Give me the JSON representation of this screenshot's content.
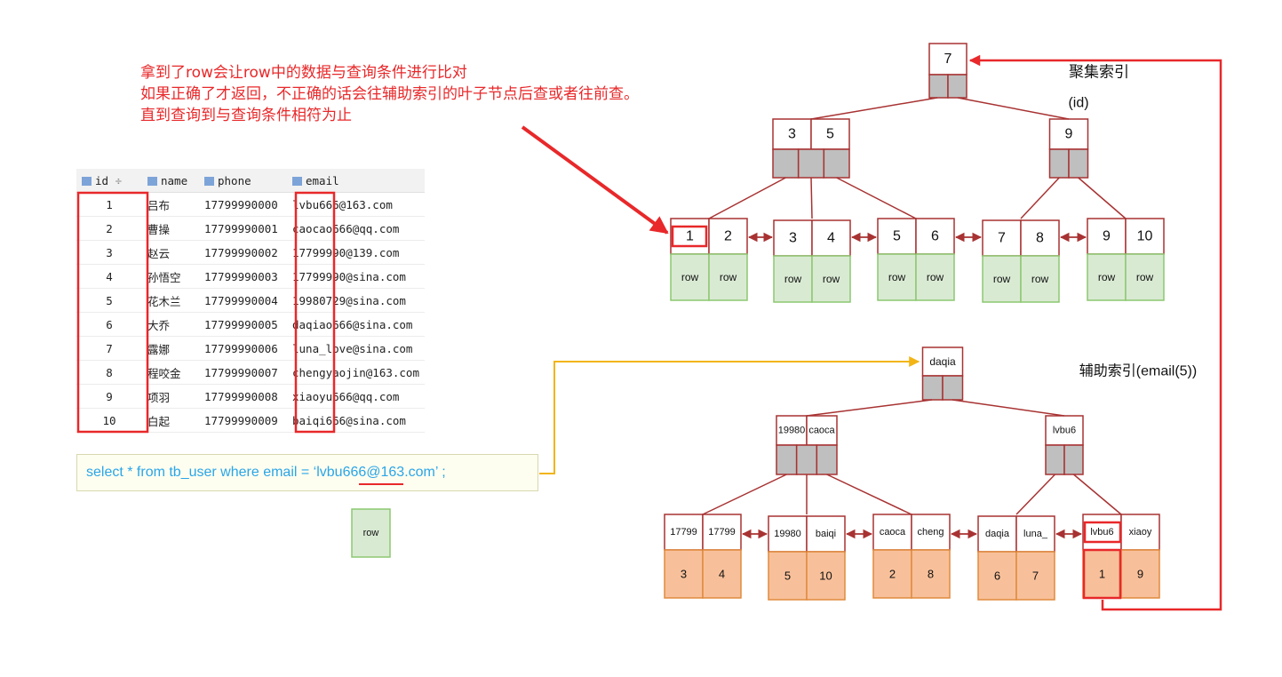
{
  "annotation": {
    "lines": [
      "拿到了row会让row中的数据与查询条件进行比对",
      "如果正确了才返回，不正确的话会往辅助索引的叶子节点后查或者往前查。",
      "直到查询到与查询条件相符为止"
    ]
  },
  "table": {
    "columns": [
      "id",
      "name",
      "phone",
      "email"
    ],
    "sort_mark": "÷",
    "rows": [
      [
        "1",
        "吕布",
        "17799990000",
        "lvbu666@163.com"
      ],
      [
        "2",
        "曹操",
        "17799990001",
        "caocao666@qq.com"
      ],
      [
        "3",
        "赵云",
        "17799990002",
        "17799990@139.com"
      ],
      [
        "4",
        "孙悟空",
        "17799990003",
        "17799990@sina.com"
      ],
      [
        "5",
        "花木兰",
        "17799990004",
        "19980729@sina.com"
      ],
      [
        "6",
        "大乔",
        "17799990005",
        "daqiao666@sina.com"
      ],
      [
        "7",
        "露娜",
        "17799990006",
        "luna_love@sina.com"
      ],
      [
        "8",
        "程咬金",
        "17799990007",
        "chengyaojin@163.com"
      ],
      [
        "9",
        "项羽",
        "17799990008",
        "xiaoyu666@qq.com"
      ],
      [
        "10",
        "白起",
        "17799990009",
        "baiqi666@sina.com"
      ]
    ]
  },
  "sql": "select * from tb_user where email = ‘lvbu666@163.com’ ;",
  "row_label": "row",
  "clustered_index": {
    "title": "聚集索引",
    "subtitle": "(id)",
    "root": [
      "7"
    ],
    "internal": [
      [
        "3",
        "5"
      ],
      [
        "9"
      ]
    ],
    "leaves": [
      [
        "1",
        "2"
      ],
      [
        "3",
        "4"
      ],
      [
        "5",
        "6"
      ],
      [
        "7",
        "8"
      ],
      [
        "9",
        "10"
      ]
    ]
  },
  "secondary_index": {
    "title": "辅助索引(email(5))",
    "root": [
      "daqia"
    ],
    "internal": [
      [
        "19980",
        "caoca"
      ],
      [
        "lvbu6"
      ]
    ],
    "leaves": [
      {
        "keys": [
          "17799",
          "17799"
        ],
        "ids": [
          "3",
          "4"
        ]
      },
      {
        "keys": [
          "19980",
          "baiqi"
        ],
        "ids": [
          "5",
          "10"
        ]
      },
      {
        "keys": [
          "caoca",
          "cheng"
        ],
        "ids": [
          "2",
          "8"
        ]
      },
      {
        "keys": [
          "daqia",
          "luna_"
        ],
        "ids": [
          "6",
          "7"
        ]
      },
      {
        "keys": [
          "lvbu6",
          "xiaoy"
        ],
        "ids": [
          "1",
          "9"
        ]
      }
    ]
  },
  "colors": {
    "annotation": "#e8282a",
    "node_border": "#a83232",
    "pointer_fill": "#bfbfbf",
    "row_fill": "#d9ead3",
    "row_border": "#8cc870",
    "id_fill": "#f8c09a",
    "id_border": "#e08a3c",
    "sql_text": "#2aa5e8",
    "arrow_yellow": "#f2b515",
    "highlight": "#e8282a"
  }
}
